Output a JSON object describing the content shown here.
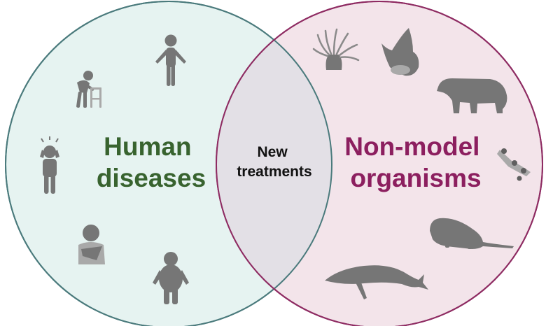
{
  "diagram": {
    "left_set": {
      "label_lines": [
        "Human",
        "diseases"
      ],
      "fill_color": "#e6f3f1",
      "stroke_color": "#4a7a7c",
      "text_color": "#38632f",
      "icons": [
        "person-standing-icon",
        "elderly-walker-icon",
        "headache-person-icon",
        "arm-sling-person-icon",
        "obese-person-icon"
      ]
    },
    "right_set": {
      "label_lines": [
        "Non-model",
        "organisms"
      ],
      "fill_color": "#f3e4ea",
      "stroke_color": "#8e2b62",
      "text_color": "#8c1f5f",
      "icons": [
        "sea-anemone-icon",
        "bat-icon",
        "bear-icon",
        "hydra-icon",
        "naked-mole-rat-icon",
        "whale-icon"
      ]
    },
    "intersection": {
      "label_lines": [
        "New",
        "treatments"
      ],
      "fill_color": "#e3e0e6",
      "text_color": "#111111"
    }
  }
}
